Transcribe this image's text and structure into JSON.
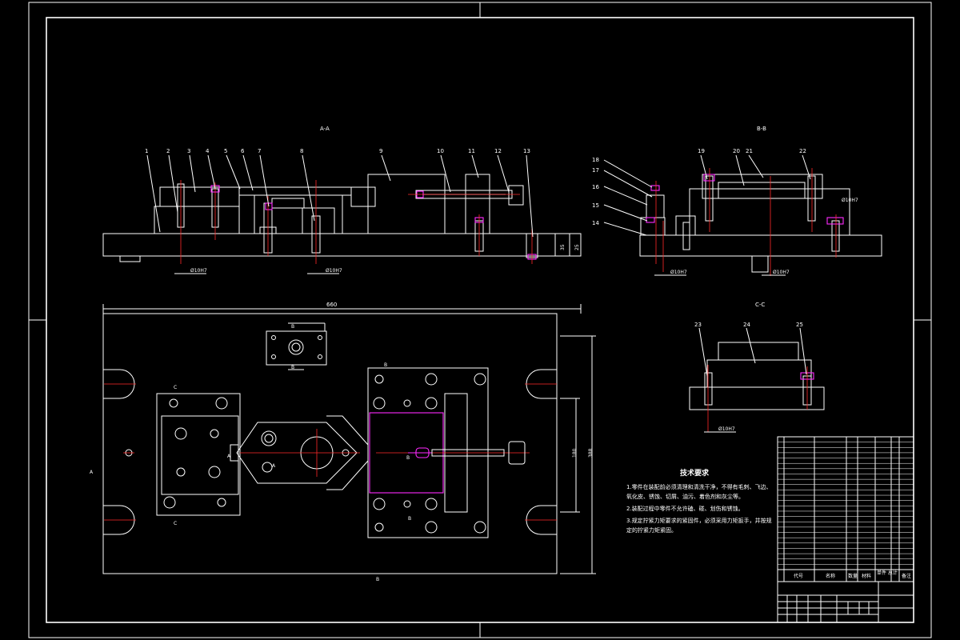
{
  "views": {
    "section_aa": "A-A",
    "section_bb": "B-B",
    "section_cc": "C-C"
  },
  "part_numbers_front": [
    "1",
    "2",
    "3",
    "4",
    "5",
    "6",
    "7",
    "8",
    "9",
    "10",
    "11",
    "12",
    "13"
  ],
  "part_numbers_side": [
    "14",
    "15",
    "16",
    "17",
    "18",
    "19",
    "20",
    "21",
    "22"
  ],
  "part_numbers_cc": [
    "23",
    "24",
    "25"
  ],
  "dimensions": {
    "width_overall": "660",
    "height_right": "388",
    "height_inner": "180",
    "thickness_a": "35",
    "thickness_b": "25",
    "fit_1": "Ø10H7",
    "fit_2": "Ø10H7",
    "fit_3": "Ø10H7",
    "fit_4": "Ø10H7",
    "fit_5": "Ø10H7"
  },
  "markers": {
    "b_top": "B",
    "b_bottom": "B",
    "c_top": "C",
    "c_bottom": "C",
    "a_left": "A",
    "a_mid": "A",
    "a_right": "A",
    "b_bar": "B",
    "b_plate_top": "B",
    "b_plate_bottom": "B",
    "b_pin": "B"
  },
  "tech_requirements": {
    "title": "技术要求",
    "lines": [
      "1.零件在装配前必须清理和清洗干净，不得有毛刺、飞边、",
      "氧化皮、锈蚀、切屑、油污、着色剂和灰尘等。",
      "2.装配过程中零件不允许磕、碰、划伤和锈蚀。",
      "3.规定拧紧力矩要求的紧固件，必须采用力矩扳手，并按规",
      "定的拧紧力矩紧固。"
    ]
  },
  "title_block": {
    "col_code": "代号",
    "col_name": "名称",
    "col_qty": "数量",
    "col_material": "材料",
    "col_weight": "单件 总计",
    "col_note": "备注"
  },
  "colors": {
    "background": "#000000",
    "line": "#ffffff",
    "centerline": "#ff2a2a",
    "highlight": "#ff2aff"
  }
}
